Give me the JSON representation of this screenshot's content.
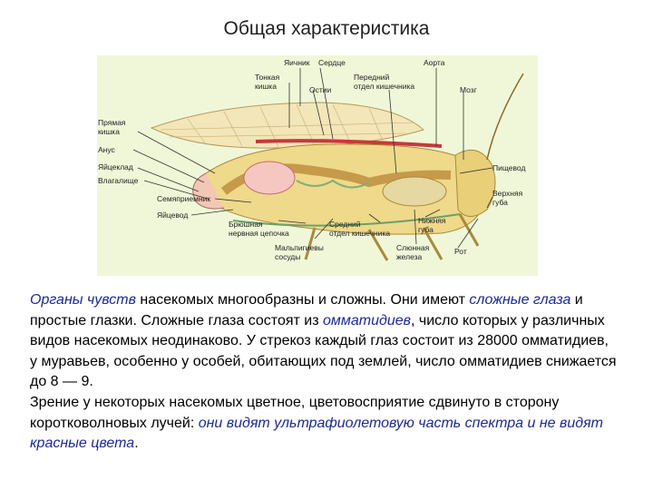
{
  "slide": {
    "title": "Общая характеристика"
  },
  "figure": {
    "labels": {
      "yaichnik": "Яичник",
      "serdtse": "Сердце",
      "aorta": "Аорта",
      "tonkaya": "Тонкая\nкишка",
      "ostii": "Остии",
      "peredniy": "Передний\nотдел кишечника",
      "mozg": "Мозг",
      "pryamaya": "Прямая\nкишка",
      "anus": "Анус",
      "yaytsekl": "Яйцеклад",
      "vlagalishe": "Влагалище",
      "pishchevod": "Пищевод",
      "verhnyaya_guba": "Верхняя\nгуба",
      "semypriemnik": "Семяприемник",
      "yaytsevod": "Яйцевод",
      "bryushnaya": "Брюшная\nнервная цепочка",
      "sredniy": "Средний\nотдел кишечника",
      "nizhnyaya_guba": "Нижняя\nгуба",
      "malpigievy": "Мальпигиевы\nсосуды",
      "slyunnaya": "Слюнная\nжелеза",
      "rot": "Рот"
    }
  },
  "paragraph1": {
    "t1": "Органы чувств",
    "t2": " насекомых многообразны и сложны. Они имеют ",
    "t3": "сложные глаза",
    "t4": " и простые глазки. Сложные глаза состоят из ",
    "t5": "омматидиев",
    "t6": ", число которых у различных видов насекомых неодинаково. У стрекоз каждый глаз состоит из 28000 омматидиев, у муравьев, особенно у особей, обитающих под землей, число омматидиев снижается до 8 — 9."
  },
  "paragraph2": {
    "t1": "Зрение у некоторых насекомых цветное, цветовосприятие сдвинуто в сторону коротковолновых лучей: ",
    "t2": "они видят ультрафиолетовую часть спектра и не видят красные цвета",
    "t3": "."
  }
}
